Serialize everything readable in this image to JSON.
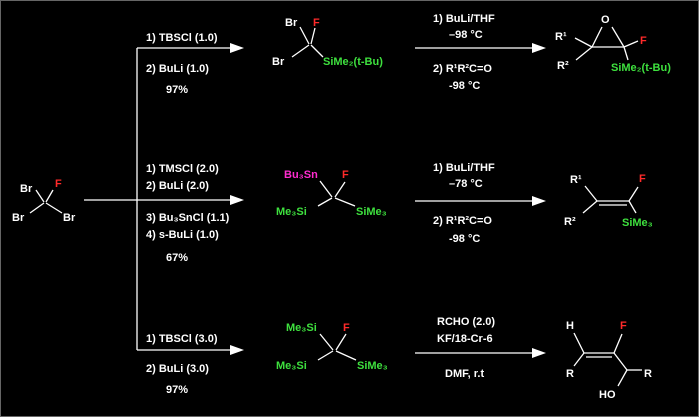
{
  "colors": {
    "background": "#000000",
    "text": "#ffffff",
    "silyl_green": "#3ee03e",
    "fluorine_red": "#ff2a2a",
    "tin_magenta": "#ff2ccf"
  },
  "start": {
    "br1": "Br",
    "br2": "Br",
    "br3": "Br",
    "f": "F"
  },
  "route1": {
    "step1": "1) TBSCl (1.0)",
    "step2": "2) BuLi (1.0)",
    "yield": "97%",
    "product": {
      "br_top": "Br",
      "br_left": "Br",
      "f": "F",
      "silyl": "SiMe₂(t-Bu)"
    },
    "cond1": "1) BuLi/THF",
    "cond2": "–98 °C",
    "cond3": "2) R¹R²C=O",
    "cond4": "-98 °C",
    "final": {
      "o": "O",
      "r1": "R¹",
      "r2": "R²",
      "f": "F",
      "silyl": "SiMe₂(t-Bu)"
    }
  },
  "route2": {
    "step1": "1) TMSCl (2.0)",
    "step2": "2) BuLi (2.0)",
    "step3": "3) Bu₃SnCl (1.1)",
    "step4": "4) s-BuLi (1.0)",
    "yield": "67%",
    "product": {
      "tin": "Bu₃Sn",
      "f": "F",
      "si_left": "Me₃Si",
      "si_right": "SiMe₃"
    },
    "cond1": "1) BuLi/THF",
    "cond2": "–78 °C",
    "cond3": "2) R¹R²C=O",
    "cond4": "-98 °C",
    "final": {
      "r1": "R¹",
      "r2": "R²",
      "f": "F",
      "silyl": "SiMe₃"
    }
  },
  "route3": {
    "step1": "1) TBSCl (3.0)",
    "step2": "2) BuLi (3.0)",
    "yield": "97%",
    "product": {
      "si_top": "Me₃Si",
      "f": "F",
      "si_left": "Me₃Si",
      "si_right": "SiMe₃"
    },
    "cond1": "RCHO (2.0)",
    "cond2": "KF/18-Cr-6",
    "cond3": "DMF, r.t",
    "final": {
      "h": "H",
      "f": "F",
      "r_left": "R",
      "r_right": "R",
      "oh": "HO"
    }
  }
}
